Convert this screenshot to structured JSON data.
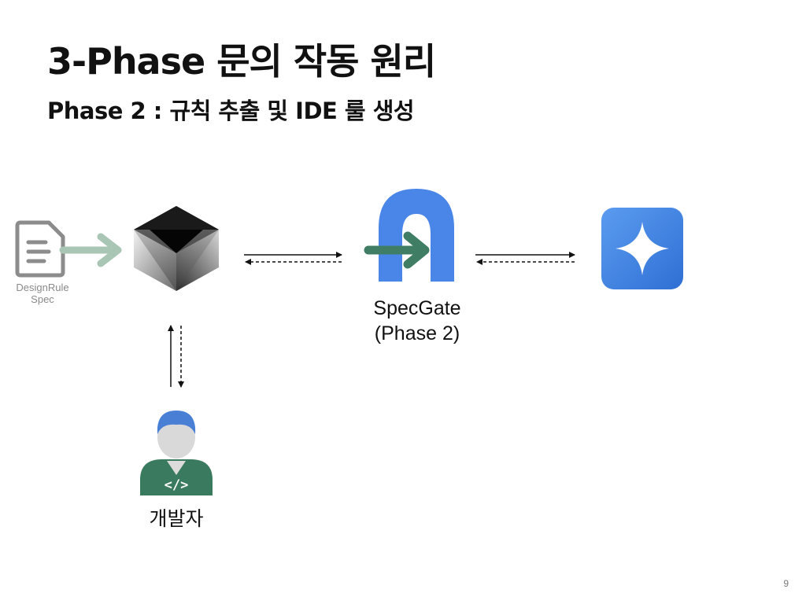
{
  "slide": {
    "title": "3-Phase 문의 작동 원리",
    "subtitle": "Phase 2 : 규칙 추출 및 IDE 룰 생성",
    "page_number": "9"
  },
  "diagram": {
    "nodes": {
      "spec_doc": {
        "caption_line1": "DesignRule",
        "caption_line2": "Spec",
        "icon": "document-icon"
      },
      "ide_cube": {
        "icon": "cursor-cube-icon"
      },
      "specgate": {
        "caption_line1": "SpecGate",
        "caption_line2": "(Phase 2)",
        "icon": "specgate-logo-icon"
      },
      "ai_model": {
        "icon": "gemini-star-icon"
      },
      "developer": {
        "caption": "개발자",
        "icon": "developer-icon"
      }
    },
    "colors": {
      "specgate_blue": "#4a86e8",
      "arrow_green": "#3f7d64",
      "doc_arrow": "#a9c5b4",
      "gemini_blue": "#3a7bdc",
      "developer_shirt": "#3a7a5e",
      "developer_hair": "#4a7fd6"
    }
  }
}
